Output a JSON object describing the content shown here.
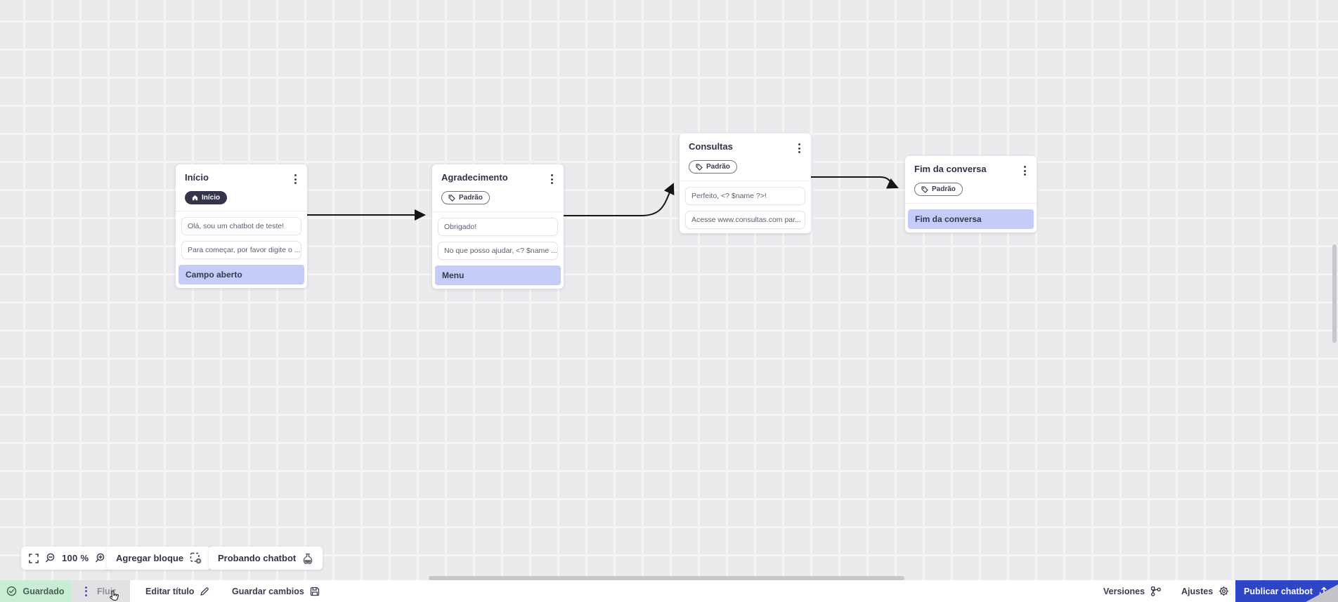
{
  "canvas": {
    "nodes": [
      {
        "title": "Início",
        "badge": "Início",
        "messages": [
          "Olá, sou um chatbot de teste!",
          "Para começar, por favor digite o ..."
        ],
        "action": "Campo aberto"
      },
      {
        "title": "Agradecimento",
        "badge": "Padrão",
        "messages": [
          "Obrigado!",
          "No que posso ajudar, <? $name ..."
        ],
        "action": "Menu"
      },
      {
        "title": "Consultas",
        "badge": "Padrão",
        "messages": [
          "Perfeito, <? $name ?>!",
          "Acesse www.consultas.com par..."
        ]
      },
      {
        "title": "Fim da conversa",
        "badge": "Padrão",
        "action": "Fim da conversa"
      }
    ]
  },
  "toolbar": {
    "zoom_level": "100 %",
    "add_block": "Agregar bloque",
    "test_chatbot": "Probando chatbot"
  },
  "statusbar": {
    "saved": "Guardado",
    "flow_tab": "Fluir",
    "edit_title": "Editar título",
    "save_changes": "Guardar cambios",
    "versions": "Versiones",
    "settings": "Ajustes",
    "publish": "Publicar chatbot"
  },
  "colors": {
    "accent_blue": "#2e46c5",
    "saved_green": "#c9ecd4",
    "action_lavender": "#c6ccf8",
    "ink": "#33334b"
  }
}
